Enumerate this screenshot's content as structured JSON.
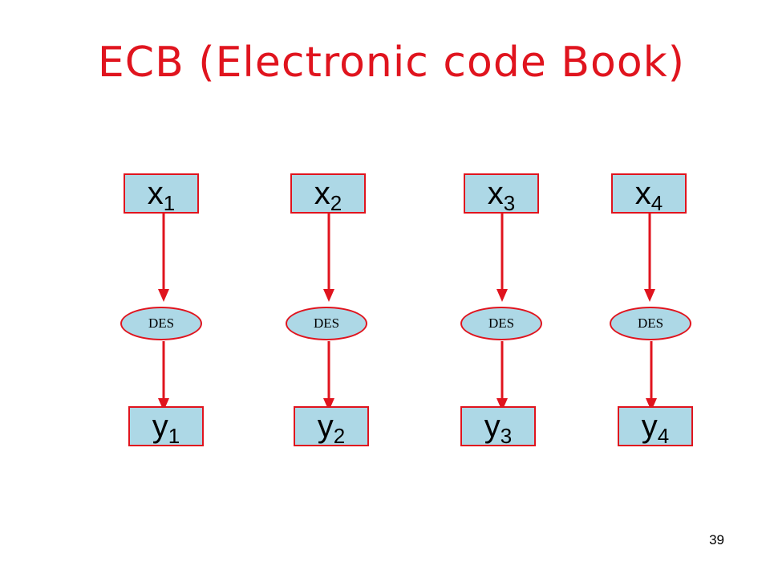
{
  "slide": {
    "title": "ECB (Electronic code Book)",
    "page_number": "39",
    "colors": {
      "accent": "#e0141e",
      "box_fill": "#add8e6"
    }
  },
  "diagram": {
    "inputs": [
      {
        "var": "x",
        "sub": "1"
      },
      {
        "var": "x",
        "sub": "2"
      },
      {
        "var": "x",
        "sub": "3"
      },
      {
        "var": "x",
        "sub": "4"
      }
    ],
    "ciphers": [
      {
        "label": "DES"
      },
      {
        "label": "DES"
      },
      {
        "label": "DES"
      },
      {
        "label": "DES"
      }
    ],
    "outputs": [
      {
        "var": "y",
        "sub": "1"
      },
      {
        "var": "y",
        "sub": "2"
      },
      {
        "var": "y",
        "sub": "3"
      },
      {
        "var": "y",
        "sub": "4"
      }
    ]
  }
}
